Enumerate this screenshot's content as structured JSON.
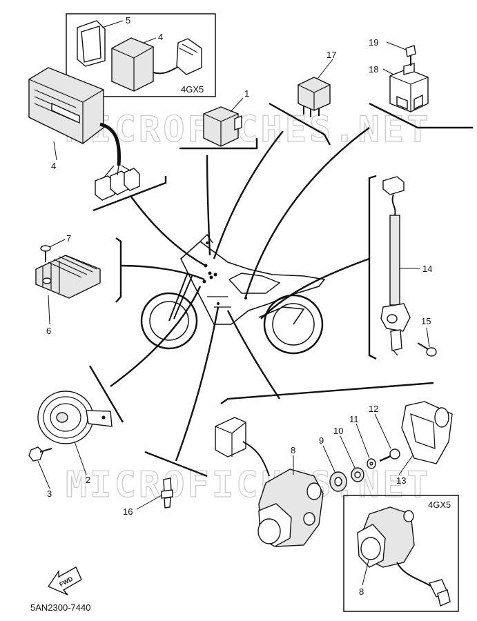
{
  "watermark": {
    "top": "MICROFICHES.NET",
    "bottom": "MICROFICHES.NET"
  },
  "diagram_code": "5AN2300-7440",
  "fwd_label": "FWD",
  "variant_labels": {
    "top_box": "4GX5",
    "bottom_box": "4GX5"
  },
  "callouts": {
    "c1": "1",
    "c2": "2",
    "c3": "3",
    "c4a": "4",
    "c4b": "4",
    "c5": "5",
    "c6": "6",
    "c7": "7",
    "c8a": "8",
    "c8b": "8",
    "c9": "9",
    "c10": "10",
    "c11": "11",
    "c12": "12",
    "c13": "13",
    "c14": "14",
    "c15": "15",
    "c16": "16",
    "c17": "17",
    "c18": "18",
    "c19": "19"
  }
}
